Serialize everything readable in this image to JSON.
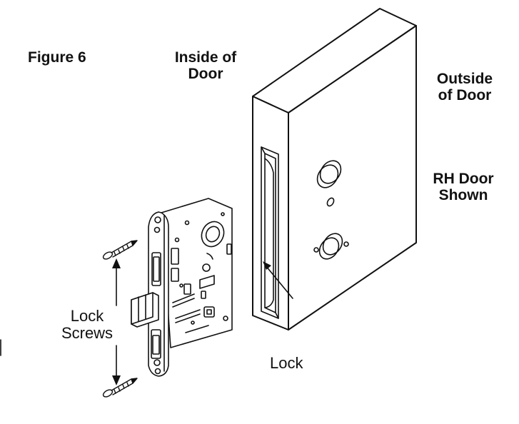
{
  "figure": {
    "title": "Figure 6",
    "inside_label": [
      "Inside of",
      "Door"
    ],
    "outside_label": [
      "Outside",
      "of Door"
    ],
    "door_note": [
      "RH Door",
      "Shown"
    ],
    "screws_label": [
      "Lock",
      "Screws"
    ],
    "lock_label": "Lock"
  },
  "colors": {
    "ink": "#111111",
    "background": "#ffffff"
  },
  "parts": [
    "door-block",
    "mortise-pocket",
    "lever-bore",
    "cylinder-bore",
    "mortise-lock-body",
    "faceplate",
    "latch-bolt",
    "lock-screw"
  ]
}
